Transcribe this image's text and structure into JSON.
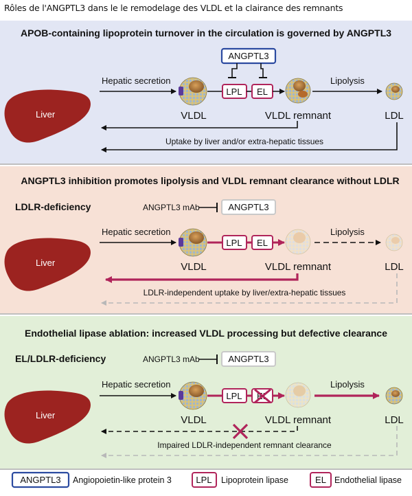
{
  "caption": "Rôles de l'ANGPTL3 dans le  le remodelage des VLDL et la clairance des remnants",
  "panels": [
    {
      "title": "APOB-containing lipoprotein turnover in the circulation is governed by ANGPTL3",
      "organ": "Liver",
      "angptl3": "ANGPTL3",
      "lpl": "LPL",
      "el": "EL",
      "secretion": "Hepatic secretion",
      "lipolysis": "Lipolysis",
      "vldl": "VLDL",
      "remnant": "VLDL remnant",
      "ldl": "LDL",
      "uptake": "Uptake by liver and/or extra-hepatic tissues"
    },
    {
      "title": "ANGPTL3 inhibition promotes lipolysis and VLDL remnant clearance without LDLR",
      "subtitle": "LDLR-deficiency",
      "mab": "ANGPTL3 mAb",
      "angptl3": "ANGPTL3",
      "organ": "Liver",
      "lpl": "LPL",
      "el": "EL",
      "secretion": "Hepatic secretion",
      "lipolysis": "Lipolysis",
      "vldl": "VLDL",
      "remnant": "VLDL remnant",
      "ldl": "LDL",
      "uptake": "LDLR-independent uptake by liver/extra-hepatic tissues"
    },
    {
      "title": "Endothelial lipase ablation: increased VLDL processing but defective clearance",
      "subtitle": "EL/LDLR-deficiency",
      "mab": "ANGPTL3 mAb",
      "angptl3": "ANGPTL3",
      "organ": "Liver",
      "lpl": "LPL",
      "el": "EL",
      "secretion": "Hepatic secretion",
      "lipolysis": "Lipolysis",
      "vldl": "VLDL",
      "remnant": "VLDL remnant",
      "ldl": "LDL",
      "uptake": "Impaired LDLR-independent remnant clearance"
    }
  ],
  "legend": [
    {
      "abbr": "ANGPTL3",
      "full": "Angiopoietin-like protein 3",
      "color": "#2b4aa0"
    },
    {
      "abbr": "LPL",
      "full": "Lipoprotein lipase",
      "color": "#b0245a"
    },
    {
      "abbr": "EL",
      "full": "Endothelial lipase",
      "color": "#b0245a"
    }
  ],
  "colors": {
    "angptl3": "#2b4aa0",
    "lipase": "#b0245a",
    "liver": "#9c2320",
    "arrow": "#111111",
    "faded": "#b8b8b8"
  }
}
